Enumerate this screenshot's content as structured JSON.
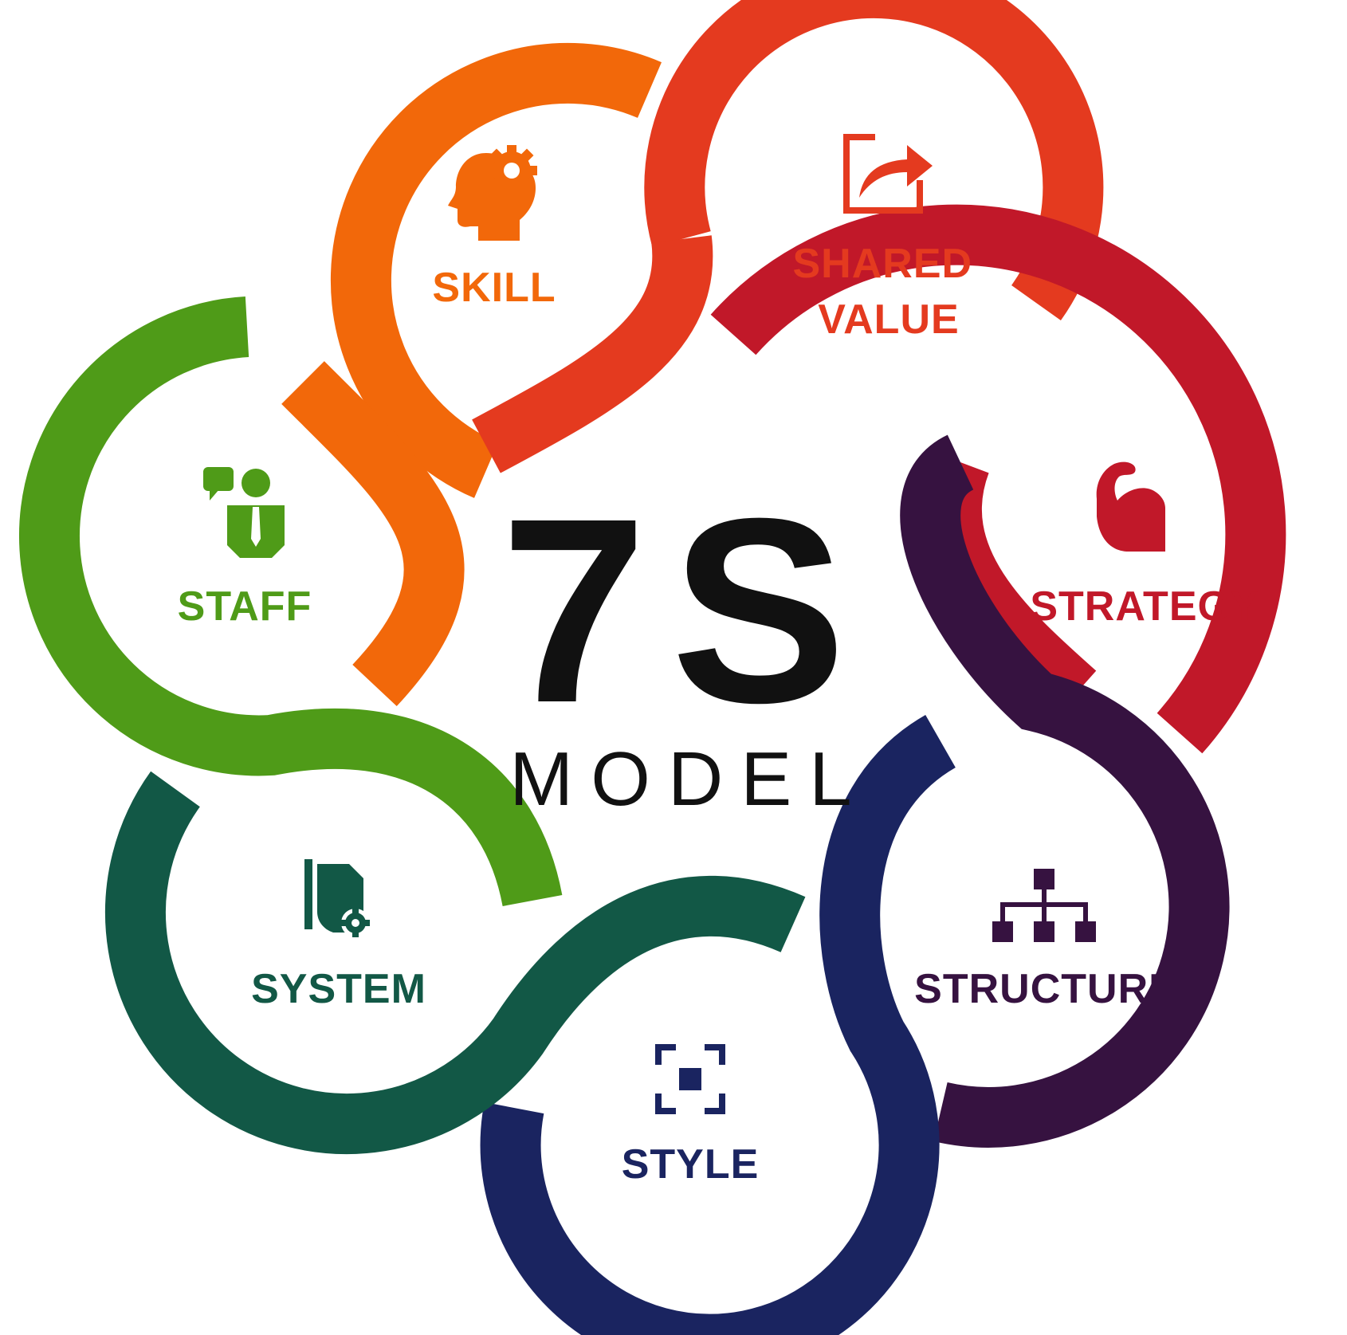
{
  "title": {
    "main": "7S",
    "sub": "MODEL"
  },
  "elements": [
    {
      "key": "skill",
      "label_lines": [
        "SKILL"
      ],
      "color": "#f2680a",
      "icon": "head-gear-icon"
    },
    {
      "key": "shared-value",
      "label_lines": [
        "SHARED",
        "VALUE"
      ],
      "color": "#e43a1f",
      "icon": "share-arrow-icon"
    },
    {
      "key": "strategy",
      "label_lines": [
        "STRATEGY"
      ],
      "color": "#c11829",
      "icon": "flexed-arm-icon"
    },
    {
      "key": "structure",
      "label_lines": [
        "STRUCTURE"
      ],
      "color": "#361240",
      "icon": "org-chart-icon"
    },
    {
      "key": "style",
      "label_lines": [
        "STYLE"
      ],
      "color": "#1a2460",
      "icon": "focus-frame-icon"
    },
    {
      "key": "system",
      "label_lines": [
        "SYSTEM"
      ],
      "color": "#125846",
      "icon": "document-gear-icon"
    },
    {
      "key": "staff",
      "label_lines": [
        "STAFF"
      ],
      "color": "#4f9b18",
      "icon": "person-speech-icon"
    }
  ]
}
